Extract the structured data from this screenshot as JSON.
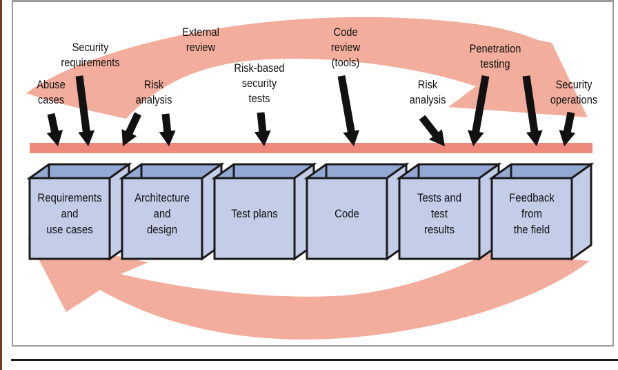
{
  "colors": {
    "arrow_band": "#f2ad9c",
    "timeline_bar": "#ee8a7c",
    "box_front": "#c3cde8",
    "box_top": "#93a9d4",
    "box_outline": "#1a1a1a",
    "pointer_arrow": "#111111",
    "frame": "#9c9c9c"
  },
  "touchpoints": [
    {
      "id": "abuse-cases",
      "text": "Abuse\ncases"
    },
    {
      "id": "security-requirements",
      "text": "Security\nrequirements"
    },
    {
      "id": "external-review",
      "text": "External\nreview"
    },
    {
      "id": "risk-analysis-1",
      "text": "Risk\nanalysis"
    },
    {
      "id": "risk-based-security-tests",
      "text": "Risk-based\nsecurity\ntests"
    },
    {
      "id": "code-review-tools",
      "text": "Code\nreview\n(tools)"
    },
    {
      "id": "risk-analysis-2",
      "text": "Risk\nanalysis"
    },
    {
      "id": "penetration-testing",
      "text": "Penetration\ntesting"
    },
    {
      "id": "security-operations",
      "text": "Security\noperations"
    }
  ],
  "artifacts": [
    {
      "id": "requirements",
      "text": "Requirements\nand\nuse cases"
    },
    {
      "id": "architecture",
      "text": "Architecture\nand\ndesign"
    },
    {
      "id": "test-plans",
      "text": "Test plans"
    },
    {
      "id": "code",
      "text": "Code"
    },
    {
      "id": "tests-results",
      "text": "Tests and\ntest\nresults"
    },
    {
      "id": "feedback",
      "text": "Feedback\nfrom\nthe field"
    }
  ]
}
